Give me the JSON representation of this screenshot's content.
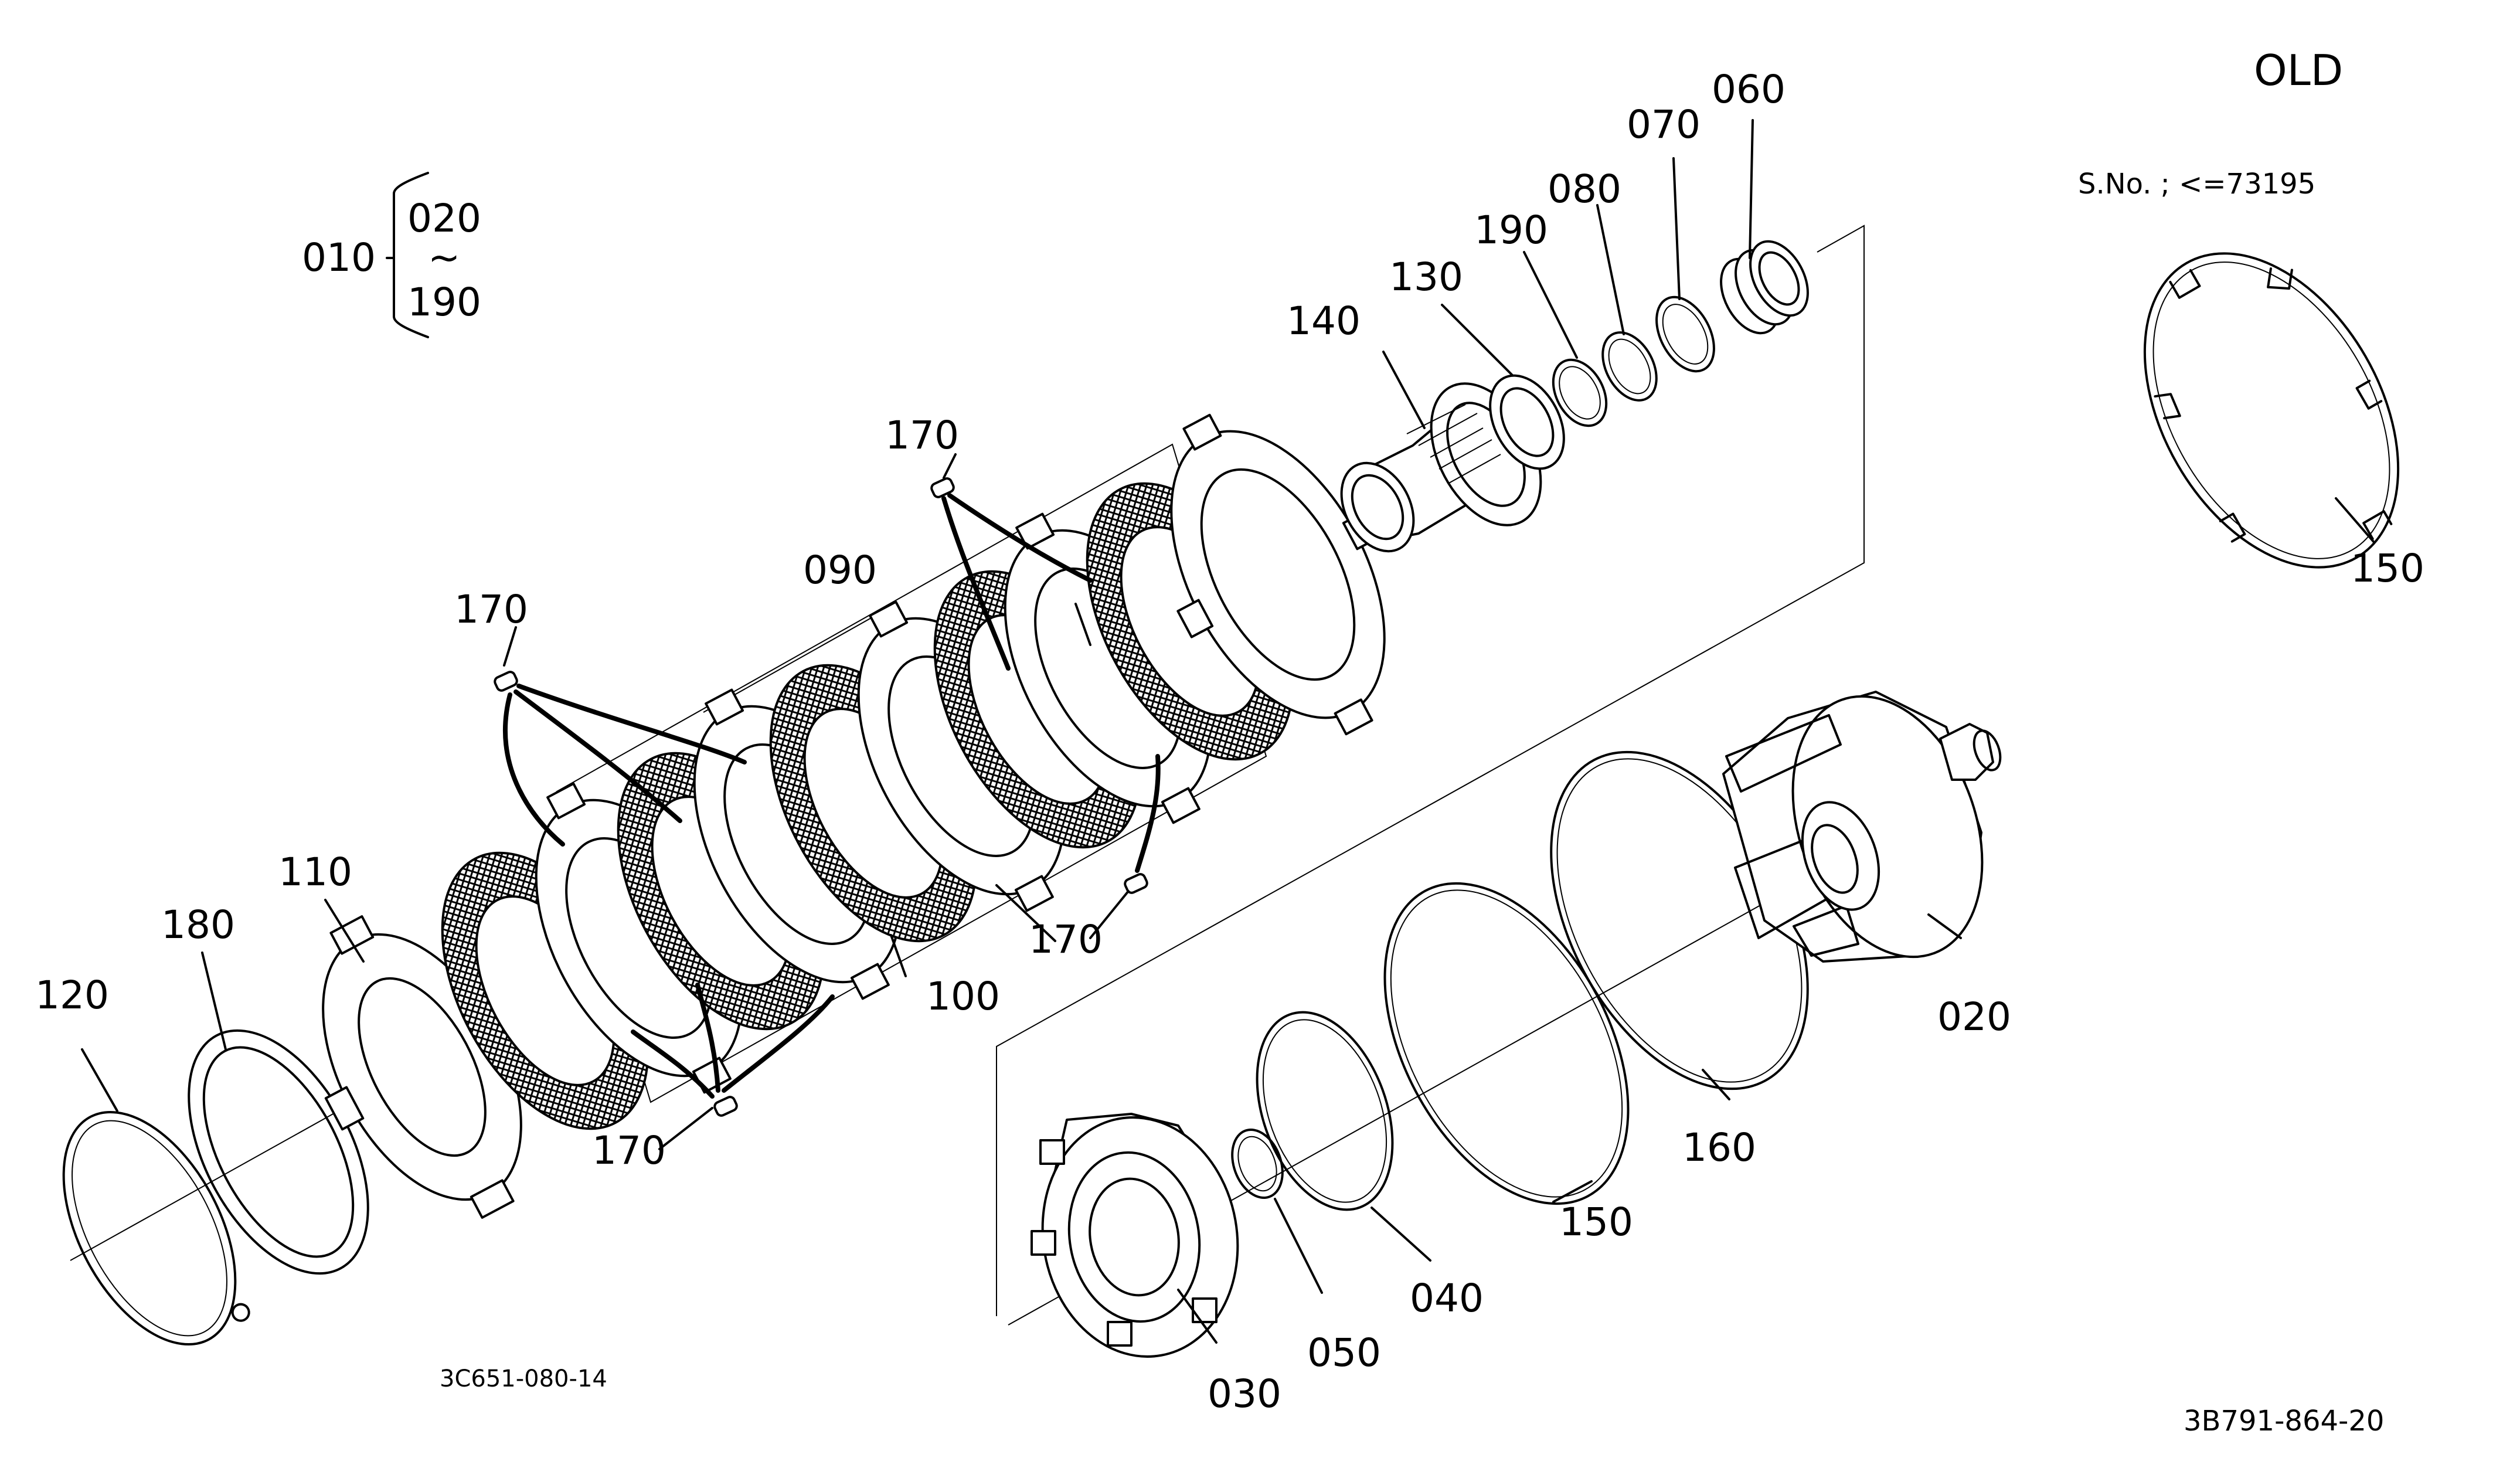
{
  "header": {
    "variant": "OLD",
    "serial": "S.No. ; <=73195"
  },
  "assembly": {
    "parent": "010",
    "first": "020",
    "range_mark": "~",
    "last": "190"
  },
  "labels": {
    "p020": "020",
    "p030": "030",
    "p040": "040",
    "p050": "050",
    "p060": "060",
    "p070": "070",
    "p080": "080",
    "p090": "090",
    "p100": "100",
    "p110": "110",
    "p120": "120",
    "p130": "130",
    "p140": "140",
    "p150a": "150",
    "p150b": "150",
    "p160": "160",
    "p170a": "170",
    "p170b": "170",
    "p170c": "170",
    "p170d": "170",
    "p180": "180",
    "p190": "190"
  },
  "footer": {
    "drawing_no": "3C651-080-14",
    "figure_no": "3B791-864-20"
  }
}
